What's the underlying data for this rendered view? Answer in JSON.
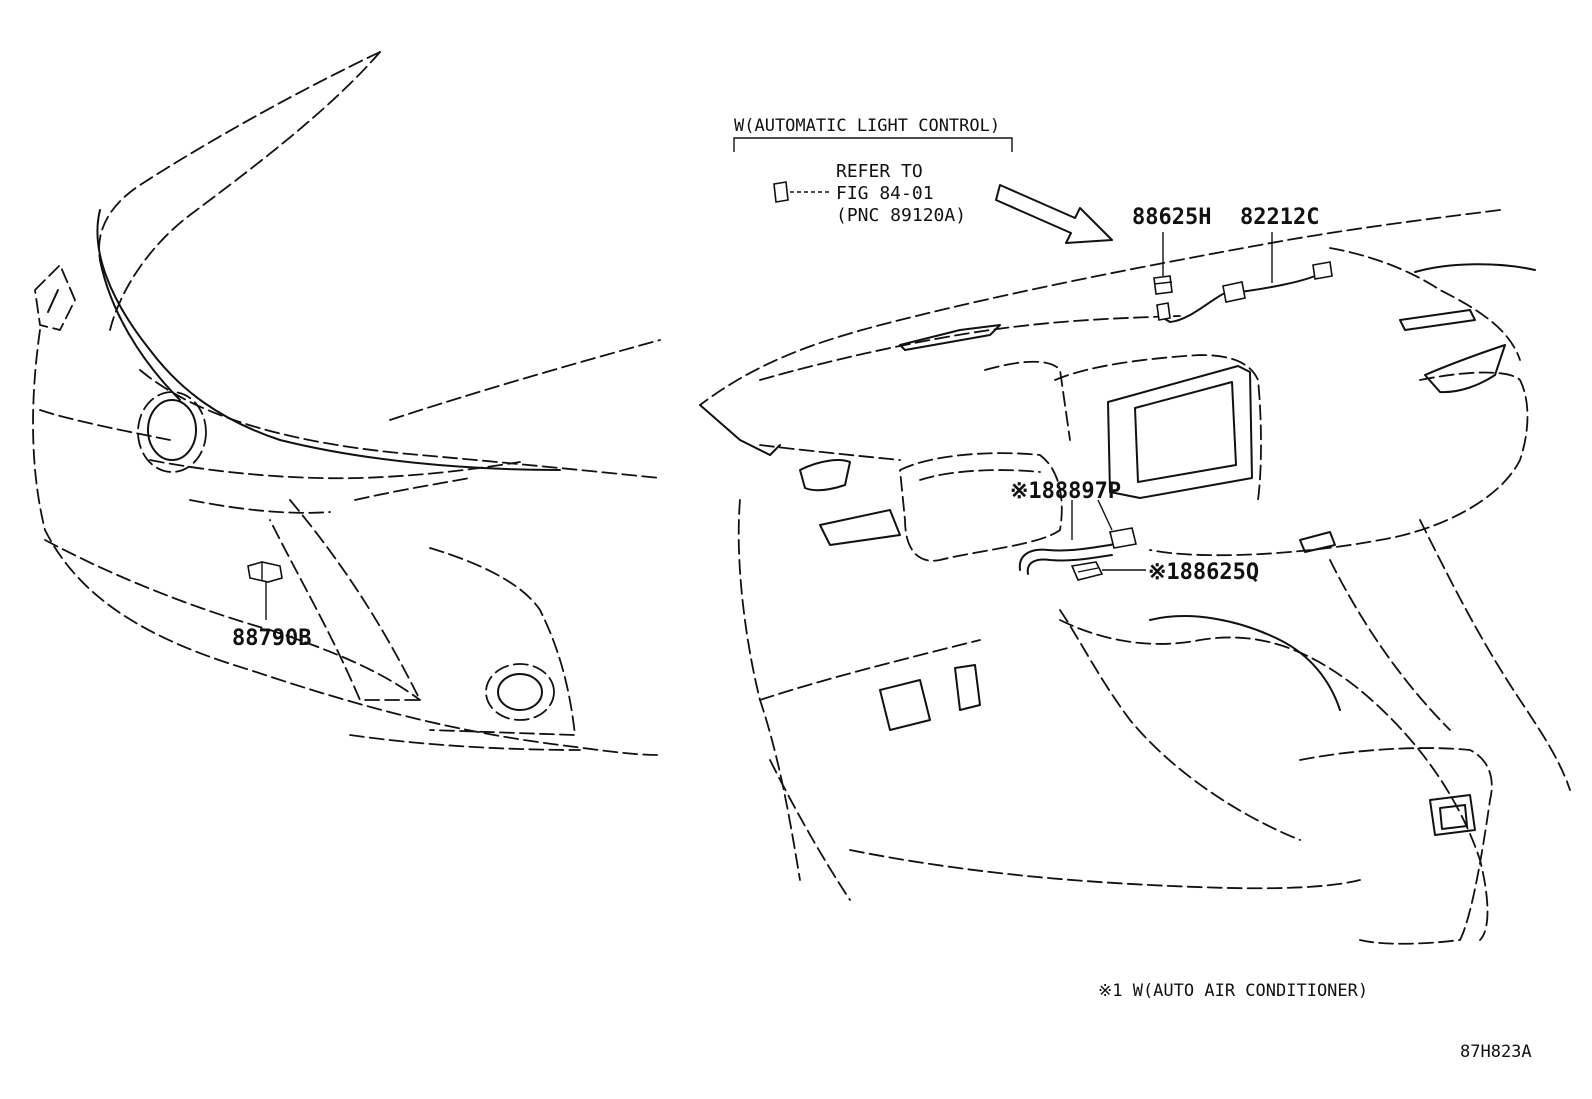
{
  "callouts": {
    "front_sensor": "88790B",
    "dash_sensor": "88625H",
    "wire_harness": "82212C",
    "ambient_sensor": "※188897P",
    "bracket_sensor": "※188625Q"
  },
  "reference": {
    "group_title": "W(AUTOMATIC LIGHT CONTROL)",
    "line1": "REFER TO",
    "line2": "FIG 84-01",
    "line3": "(PNC 89120A)"
  },
  "footnote": "※1 W(AUTO AIR CONDITIONER)",
  "figure_id": "87H823A"
}
